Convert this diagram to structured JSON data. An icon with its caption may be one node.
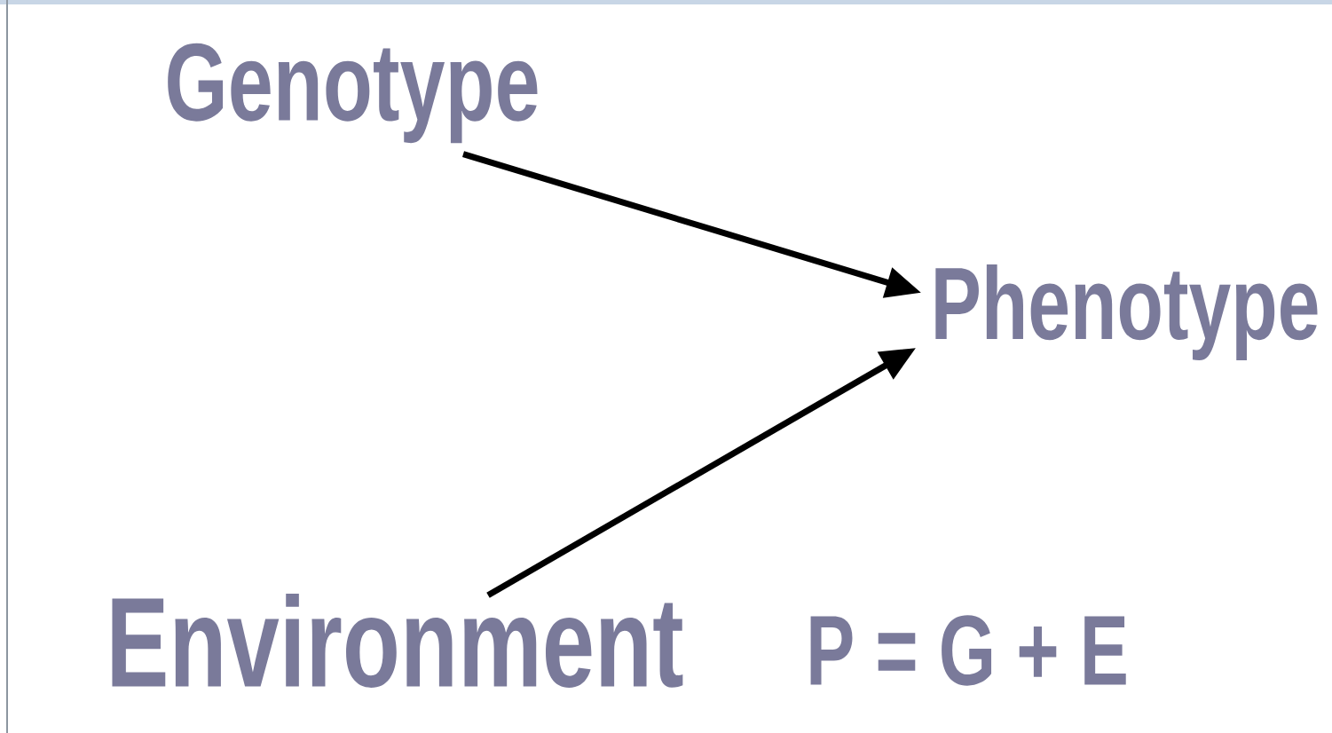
{
  "diagram": {
    "nodes": [
      {
        "text": [
          "Genotype"
        ]
      },
      {
        "text": [
          "Phenotype"
        ]
      },
      {
        "text": [
          "Environment"
        ]
      }
    ],
    "edges": [
      {
        "from": 0,
        "to": 1,
        "arrow": "to"
      },
      {
        "from": 2,
        "to": 1,
        "arrow": "to"
      }
    ],
    "labels": [
      "P = G + E"
    ]
  }
}
